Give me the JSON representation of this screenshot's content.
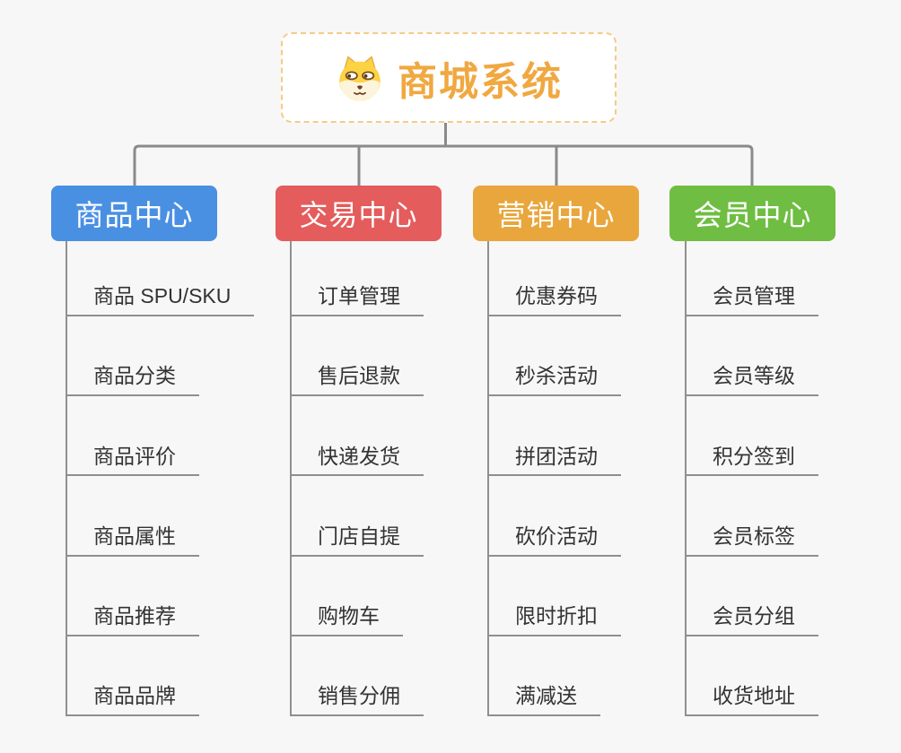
{
  "page": {
    "background_color": "#f7f7f7",
    "connector_color": "#8A8A8A"
  },
  "root": {
    "title": "商城系统",
    "icon": "dog-face-icon",
    "text_color": "#F0A841",
    "border_color": "#F5CB85"
  },
  "branches": [
    {
      "label": "商品中心",
      "color": "#4A90E2",
      "children": [
        "商品 SPU/SKU",
        "商品分类",
        "商品评价",
        "商品属性",
        "商品推荐",
        "商品品牌"
      ]
    },
    {
      "label": "交易中心",
      "color": "#E45C5C",
      "children": [
        "订单管理",
        "售后退款",
        "快递发货",
        "门店自提",
        "购物车",
        "销售分佣"
      ]
    },
    {
      "label": "营销中心",
      "color": "#E9A63C",
      "children": [
        "优惠券码",
        "秒杀活动",
        "拼团活动",
        "砍价活动",
        "限时折扣",
        "满减送"
      ]
    },
    {
      "label": "会员中心",
      "color": "#6FBE43",
      "children": [
        "会员管理",
        "会员等级",
        "积分签到",
        "会员标签",
        "会员分组",
        "收货地址"
      ]
    }
  ]
}
